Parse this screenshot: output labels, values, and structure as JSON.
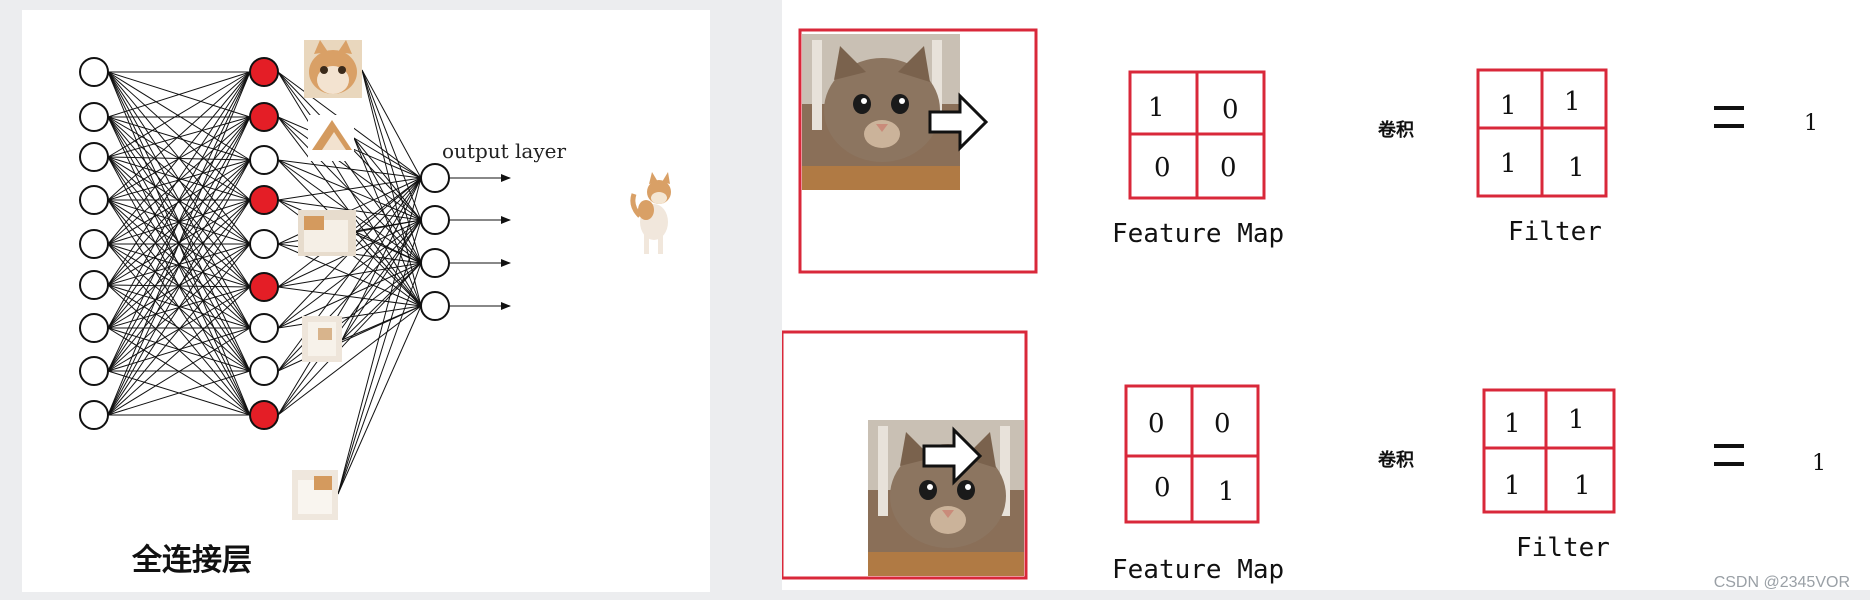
{
  "left": {
    "output_label": "output layer",
    "bottom_label": "全连接层"
  },
  "right": {
    "row1": {
      "feature_map": [
        "1",
        "0",
        "0",
        "0"
      ],
      "op_label": "卷积",
      "filter": [
        "1",
        "1",
        "1",
        "1"
      ],
      "equals": "=",
      "result": "1",
      "feature_label": "Feature Map",
      "filter_label": "Filter"
    },
    "row2": {
      "feature_map": [
        "0",
        "0",
        "0",
        "1"
      ],
      "op_label": "卷积",
      "filter": [
        "1",
        "1",
        "1",
        "1"
      ],
      "equals": "=",
      "result": "1",
      "feature_label": "Feature Map",
      "filter_label": "Filter"
    }
  },
  "watermark": "CSDN @2345VOR",
  "colors": {
    "red": "#d9283a",
    "node_red": "#e41e26",
    "line": "#111111",
    "cat_fur": "#b58a55",
    "table": "#a8774a"
  }
}
